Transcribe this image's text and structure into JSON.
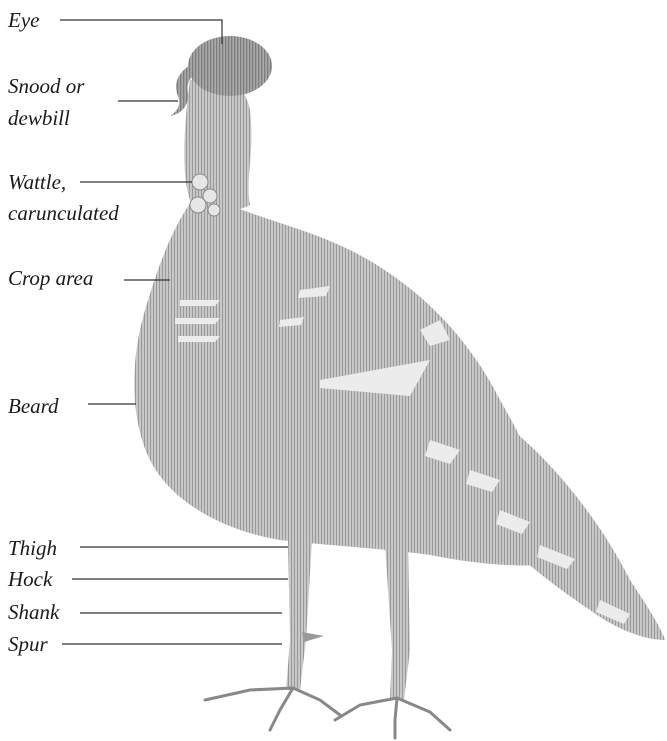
{
  "diagram": {
    "labels": {
      "eye": "Eye",
      "snood_line1": "Snood or",
      "snood_line2": "dewbill",
      "wattle_line1": "Wattle,",
      "wattle_line2": "caruncu­lated",
      "crop": "Crop area",
      "beard": "Beard",
      "thigh": "Thigh",
      "hock": "Hock",
      "shank": "Shank",
      "spur": "Spur"
    },
    "colors": {
      "ink": "#1a1a1a",
      "leader": "#333333",
      "body_light": "#bdbdbd",
      "body_mid": "#a8a8a8",
      "body_dark": "#8a8a8a"
    }
  }
}
